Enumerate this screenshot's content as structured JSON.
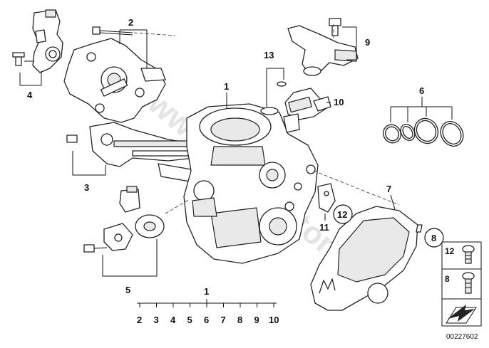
{
  "callouts": {
    "c1": "1",
    "c2": "2",
    "c3": "3",
    "c4": "4",
    "c5": "5",
    "c6": "6",
    "c7": "7",
    "c8": "8",
    "c9": "9",
    "c10": "10",
    "c11": "11",
    "c12": "12",
    "c13": "13"
  },
  "kit": {
    "title": "1",
    "items": [
      "2",
      "3",
      "4",
      "5",
      "6",
      "7",
      "8",
      "9",
      "10"
    ]
  },
  "legend": {
    "item_12": "12",
    "item_8": "8"
  },
  "watermark": "www.BMW-Store.pl",
  "diagram_number": "00227602",
  "colors": {
    "line": "#111111",
    "part_fill": "#e9e9e9",
    "watermark": "#cfcfcf"
  }
}
